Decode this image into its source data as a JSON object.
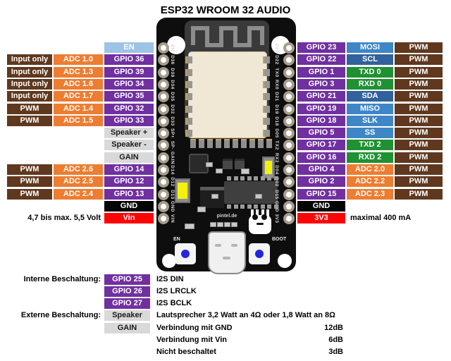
{
  "title": "ESP32 WROOM 32 AUDIO",
  "colors": {
    "adc_orange": "#ED7D31",
    "gpio_purple": "#7030A0",
    "pwm_brown": "#5F381E",
    "en_light_blue": "#9DC3E6",
    "spi_blue": "#3E86C5",
    "i2c_blue": "#31629B",
    "uart_green": "#1F9132",
    "power_red": "#FE0505",
    "gnd_black": "#050505",
    "neutral_gray": "#D9D9D9"
  },
  "left_table": {
    "rows": [
      {
        "c1": "",
        "c2": "",
        "c3": "EN"
      },
      {
        "c1": "Input only",
        "c2": "ADC 1.0",
        "c3": "GPIO 36"
      },
      {
        "c1": "Input only",
        "c2": "ADC 1.3",
        "c3": "GPIO 39"
      },
      {
        "c1": "Input only",
        "c2": "ADC 1.6",
        "c3": "GPIO 34"
      },
      {
        "c1": "Input only",
        "c2": "ADC 1.7",
        "c3": "GPIO 35"
      },
      {
        "c1": "PWM",
        "c2": "ADC 1.4",
        "c3": "GPIO 32"
      },
      {
        "c1": "PWM",
        "c2": "ADC 1.5",
        "c3": "GPIO 33"
      },
      {
        "c1": "",
        "c2": "",
        "c3": "Speaker +"
      },
      {
        "c1": "",
        "c2": "",
        "c3": "Speaker -"
      },
      {
        "c1": "",
        "c2": "",
        "c3": "GAIN"
      },
      {
        "c1": "PWM",
        "c2": "ADC 2.6",
        "c3": "GPIO 14"
      },
      {
        "c1": "PWM",
        "c2": "ADC 2.5",
        "c3": "GPIO 12"
      },
      {
        "c1": "PWM",
        "c2": "ADC 2.4",
        "c3": "GPIO 13"
      },
      {
        "c1": "",
        "c2": "",
        "c3": "GND"
      },
      {
        "c1": "",
        "c2": "",
        "c3": "Vin"
      }
    ],
    "voltage_note": "4,7 bis max. 5,5 Volt"
  },
  "right_table": {
    "rows": [
      {
        "c1": "GPIO 23",
        "c2": "MOSI",
        "c3": "PWM"
      },
      {
        "c1": "GPIO 22",
        "c2": "SCL",
        "c3": "PWM"
      },
      {
        "c1": "GPIO 1",
        "c2": "TXD 0",
        "c3": "PWM"
      },
      {
        "c1": "GPIO 3",
        "c2": "RXD 0",
        "c3": "PWM"
      },
      {
        "c1": "GPIO 21",
        "c2": "SDA",
        "c3": "PWM"
      },
      {
        "c1": "GPIO 19",
        "c2": "MISO",
        "c3": "PWM"
      },
      {
        "c1": "GPIO 18",
        "c2": "SLK",
        "c3": "PWM"
      },
      {
        "c1": "GPIO 5",
        "c2": "SS",
        "c3": "PWM"
      },
      {
        "c1": "GPIO 17",
        "c2": "TXD 2",
        "c3": "PWM"
      },
      {
        "c1": "GPIO 16",
        "c2": "RXD 2",
        "c3": "PWM"
      },
      {
        "c1": "GPIO 4",
        "c2": "ADC 2.0",
        "c3": "PWM"
      },
      {
        "c1": "GPIO 2",
        "c2": "ADC 2.2",
        "c3": "PWM"
      },
      {
        "c1": "GPIO 15",
        "c2": "ADC 2.3",
        "c3": "PWM"
      },
      {
        "c1": "GND",
        "c2": "",
        "c3": ""
      },
      {
        "c1": "3V3",
        "c2": "",
        "c3": ""
      }
    ],
    "current_note": "maximal 400 mA"
  },
  "board": {
    "silk_left": [
      "EN",
      "D36",
      "D39",
      "D34",
      "D35",
      "D32",
      "D33",
      "SP+",
      "SP-",
      "GAIN",
      "D14",
      "D12",
      "D13",
      "GND",
      "VIN"
    ],
    "silk_right": [
      "D23",
      "D22",
      "TX0",
      "RX0",
      "D21",
      "D19",
      "D18",
      "D05",
      "TX2",
      "RX2",
      "D04",
      "D02",
      "D15",
      "GND",
      "3V3"
    ],
    "brand": "pintel.de",
    "en_button_label": "EN",
    "boot_button_label": "BOOT"
  },
  "bottom": {
    "internal_label": "Interne Beschaltung:",
    "internal_pins": [
      {
        "pin": "GPIO 25",
        "desc": "I2S DIN"
      },
      {
        "pin": "GPIO 26",
        "desc": "I2S LRCLK"
      },
      {
        "pin": "GPIO 27",
        "desc": "I2S BCLK"
      }
    ],
    "external_label": "Externe Beschaltung:",
    "speaker_pin": "Speaker",
    "speaker_desc": "Lautsprecher 3,2 Watt an 4Ω oder 1,8 Watt an 8Ω",
    "gain_pin": "GAIN",
    "gain_options": [
      {
        "desc": "Verbindung mit GND",
        "value": "12dB"
      },
      {
        "desc": "Verbindung mit Vin",
        "value": "6dB"
      },
      {
        "desc": "Nicht beschaltet",
        "value": "3dB"
      }
    ]
  }
}
